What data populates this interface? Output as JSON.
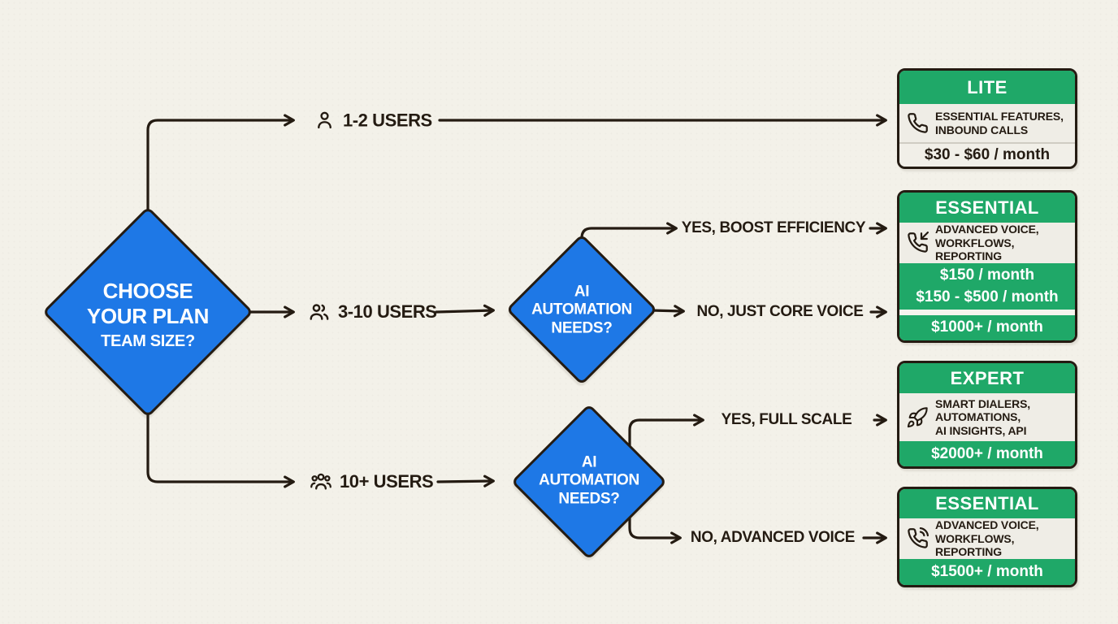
{
  "meta": {
    "title": "Choose Your Plan — pricing decision flowchart"
  },
  "colors": {
    "background": "#f3f1e9",
    "diamond_blue": "#1e78e6",
    "card_green": "#1fa868",
    "line_dark": "#241b12",
    "section_light": "#efede6",
    "lite_price_bg": "#f1efe8",
    "text_white": "#ffffff"
  },
  "root_node": {
    "line1": "CHOOSE",
    "line2": "YOUR PLAN",
    "sub": "TEAM SIZE?"
  },
  "decision_nodes": [
    {
      "line1": "AI",
      "line2": "AUTOMATION",
      "line3": "NEEDS?"
    },
    {
      "line1": "AI",
      "line2": "AUTOMATION",
      "line3": "NEEDS?"
    }
  ],
  "size_branches": [
    {
      "label": "1-2 USERS",
      "icon": "person-icon"
    },
    {
      "label": "3-10 USERS",
      "icon": "people-icon"
    },
    {
      "label": "10+ USERS",
      "icon": "group-icon"
    }
  ],
  "edge_labels": {
    "d1_yes": "YES, BOOST EFFICIENCY",
    "d1_no": "NO, JUST CORE VOICE",
    "d2_yes": "YES, FULL SCALE",
    "d2_no": "NO, ADVANCED VOICE"
  },
  "plan_cards": [
    {
      "name": "LITE",
      "icon": "phone-icon",
      "feature_lines": [
        "ESSENTIAL FEATURES,",
        "INBOUND CALLS"
      ],
      "prices": [
        "$30 - $60 / month"
      ]
    },
    {
      "name": "ESSENTIAL",
      "icon": "phone-incoming-icon",
      "feature_lines": [
        "ADVANCED VOICE,",
        "WORKFLOWS, REPORTING"
      ],
      "prices": [
        "$150 / month",
        "$150 - $500 / month",
        "$1000+ / month"
      ]
    },
    {
      "name": "EXPERT",
      "icon": "rocket-icon",
      "feature_lines": [
        "SMART DIALERS,",
        "AUTOMATIONS,",
        "AI INSIGHTS, API"
      ],
      "prices": [
        "$2000+ / month"
      ]
    },
    {
      "name": "ESSENTIAL",
      "icon": "phone-volume-icon",
      "feature_lines": [
        "ADVANCED VOICE,",
        "WORKFLOWS, REPORTING"
      ],
      "prices": [
        "$1500+ / month"
      ]
    }
  ]
}
